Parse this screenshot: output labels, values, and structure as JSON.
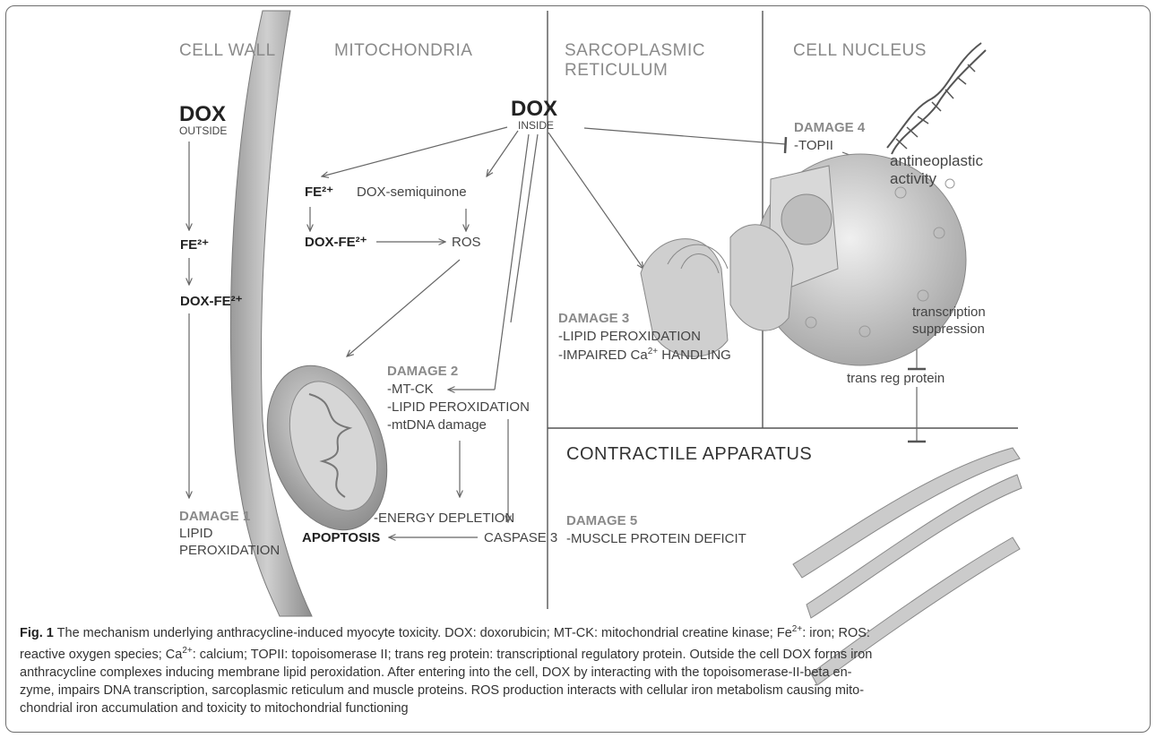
{
  "regions": {
    "cell_wall": "CELL WALL",
    "mitochondria": "MITOCHONDRIA",
    "sarcoplasmic_1": "SARCOPLASMIC",
    "sarcoplasmic_2": "RETICULUM",
    "nucleus": "CELL NUCLEUS",
    "contractile": "CONTRACTILE APPARATUS"
  },
  "outside": {
    "dox": "DOX",
    "dox_sub": "OUTSIDE",
    "fe": "FE²⁺",
    "dox_fe": "DOX-FE²⁺",
    "damage1": "DAMAGE 1",
    "lipid": "LIPID",
    "peroxidation": "PEROXIDATION"
  },
  "inside": {
    "dox": "DOX",
    "dox_sub": "INSIDE",
    "fe": "FE²⁺",
    "dox_fe": "DOX-FE²⁺",
    "semiquinone": "DOX-semiquinone",
    "ros": "ROS",
    "apoptosis": "APOPTOSIS",
    "caspase": "CASPASE 3",
    "energy": "-ENERGY DEPLETION"
  },
  "damage2": {
    "title": "DAMAGE 2",
    "l1": "-MT-CK",
    "l2": "-LIPID PEROXIDATION",
    "l3": "-mtDNA damage"
  },
  "damage3": {
    "title": "DAMAGE 3",
    "l1": "-LIPID PEROXIDATION",
    "l2a": "-IMPAIRED Ca",
    "l2sup": "2+",
    "l2b": " HANDLING"
  },
  "damage4": {
    "title": "DAMAGE 4",
    "l1": "-TOPII",
    "act1": "antineoplastic",
    "act2": "activity",
    "ts1": "transcription",
    "ts2": "suppression",
    "trans": "trans reg protein"
  },
  "damage5": {
    "title": "DAMAGE 5",
    "l1": "-MUSCLE PROTEIN DEFICIT"
  },
  "caption": {
    "fig": "Fig. 1",
    "line1": " The mechanism underlying anthracycline-induced myocyte toxicity. DOX: doxorubicin; MT-CK: mitochondrial creatine kinase; Fe",
    "sup1": "2+",
    "line1b": ": iron; ROS:",
    "line2a": "reactive oxygen species; Ca",
    "sup2": "2+",
    "line2b": ": calcium; TOPII: topoisomerase II; trans reg protein: transcriptional regulatory protein. Outside the cell DOX forms iron",
    "line3": "anthracycline complexes inducing membrane lipid peroxidation. After entering into the cell, DOX by interacting with the topoisomerase-II-beta en-",
    "line4": "zyme, impairs DNA transcription, sarcoplasmic reticulum and muscle proteins. ROS production interacts with cellular iron metabolism causing mito-",
    "line5": "chondrial iron accumulation and toxicity to mitochondrial functioning"
  }
}
